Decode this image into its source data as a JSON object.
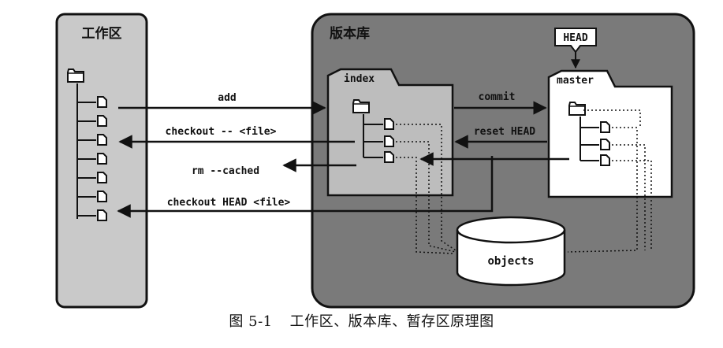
{
  "working_area": {
    "title": "工作区"
  },
  "repository": {
    "title": "版本库"
  },
  "index_box": {
    "label": "index"
  },
  "master_box": {
    "label": "master"
  },
  "head_label": "HEAD",
  "objects_label": "objects",
  "commands": {
    "add": "add",
    "commit": "commit",
    "checkout_file": "checkout -- <file>",
    "reset_head": "reset HEAD",
    "rm_cached": "rm --cached",
    "checkout_head_file": "checkout HEAD <file>"
  },
  "caption": {
    "number": "图 5-1",
    "text": "工作区、版本库、暂存区原理图"
  },
  "colors": {
    "working_bg": "#c9c9c9",
    "repo_bg": "#7a7a7a",
    "box_fill": "#bdbdbd",
    "white": "#ffffff",
    "ink": "#111111"
  }
}
